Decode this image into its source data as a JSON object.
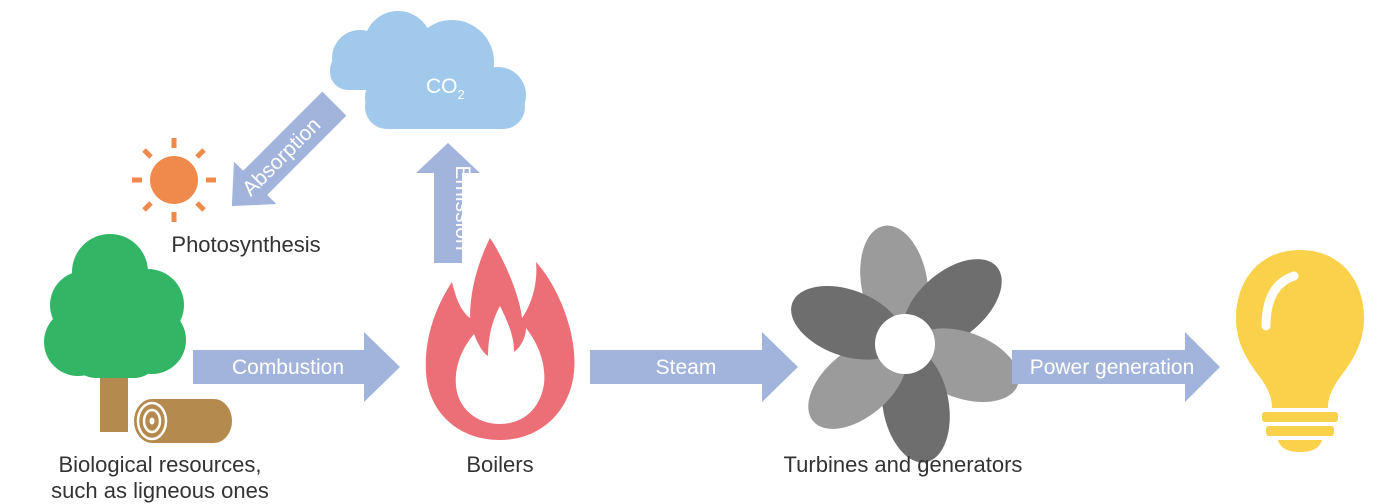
{
  "colors": {
    "arrow": "#a3b4dc",
    "cloud": "#a0c9ec",
    "sun": "#ef8a4c",
    "tree": "#33b566",
    "wood": "#b58a4f",
    "flame": "#ec6e77",
    "turbine_light": "#9b9b9b",
    "turbine_dark": "#6e6e6e",
    "bulb": "#f9d14a"
  },
  "cloud": {
    "label": "CO",
    "subscript": "2",
    "icon": "cloud-icon"
  },
  "sun": {
    "icon": "sun-icon"
  },
  "arrows": {
    "absorption": "Absorption",
    "emission": "Emission",
    "combustion": "Combustion",
    "steam": "Steam",
    "power": "Power generation"
  },
  "labels": {
    "photosynthesis": "Photosynthesis",
    "bio_line1": "Biological resources,",
    "bio_line2": "such as ligneous ones",
    "boilers": "Boilers",
    "turbines": "Turbines and generators"
  },
  "icons": {
    "tree": "tree-icon",
    "log": "log-icon",
    "flame": "flame-icon",
    "turbine": "turbine-icon",
    "bulb": "lightbulb-icon"
  }
}
